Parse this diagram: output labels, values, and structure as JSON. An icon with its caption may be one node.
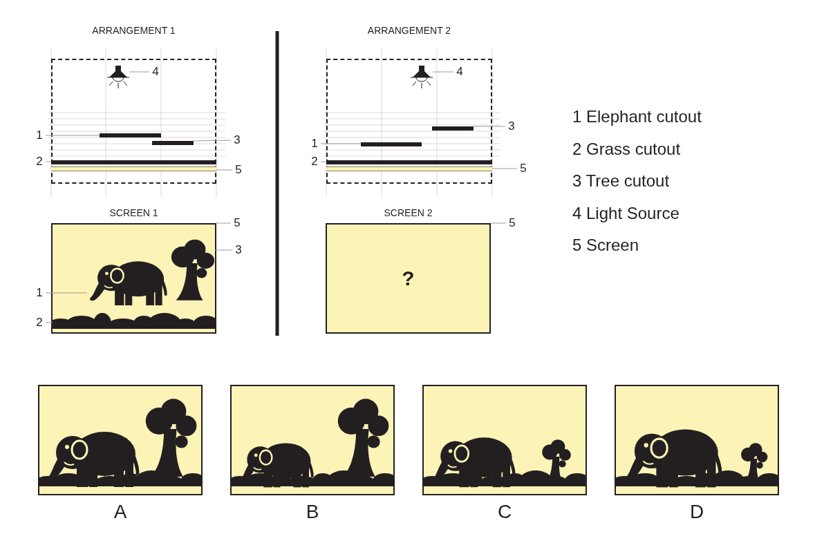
{
  "diagram": {
    "nodes": [
      {
        "text": [
          "ARRANGEMENT 1"
        ]
      },
      {
        "text": [],
        "shape": "picture",
        "in": 0
      },
      {
        "text": [
          "4"
        ],
        "in": 0
      },
      {
        "text": [],
        "shape": "bar",
        "in": 0
      },
      {
        "text": [
          "1"
        ]
      },
      {
        "text": [],
        "shape": "bar",
        "in": 0
      },
      {
        "text": [
          "3"
        ]
      },
      {
        "text": [],
        "shape": "bar",
        "in": 0
      },
      {
        "text": [
          "2"
        ]
      },
      {
        "text": [],
        "shape": "bar",
        "in": 0
      },
      {
        "text": [
          "5"
        ]
      },
      {
        "text": [
          "SCREEN 1"
        ]
      },
      {
        "text": [
          "5"
        ]
      },
      {
        "text": [],
        "shape": "picture",
        "in": 11
      },
      {
        "text": [
          "1"
        ]
      },
      {
        "text": [],
        "shape": "picture",
        "in": 11
      },
      {
        "text": [
          "3"
        ]
      },
      {
        "text": [],
        "shape": "picture",
        "in": 11
      },
      {
        "text": [
          "2"
        ]
      },
      {
        "text": [
          "ARRANGEMENT 2"
        ]
      },
      {
        "text": [],
        "shape": "picture",
        "in": 19
      },
      {
        "text": [
          "4"
        ],
        "in": 19
      },
      {
        "text": [],
        "shape": "bar",
        "in": 19
      },
      {
        "text": [
          "1"
        ]
      },
      {
        "text": [],
        "shape": "bar",
        "in": 19
      },
      {
        "text": [
          "3"
        ]
      },
      {
        "text": [],
        "shape": "bar",
        "in": 19
      },
      {
        "text": [
          "2"
        ]
      },
      {
        "text": [],
        "shape": "bar",
        "in": 19
      },
      {
        "text": [
          "5"
        ]
      },
      {
        "text": [
          "SCREEN 2",
          "?"
        ]
      },
      {
        "text": [
          "5"
        ]
      },
      {
        "text": [],
        "shape": "picture",
        "beside": [
          "A"
        ]
      },
      {
        "text": [],
        "shape": "picture",
        "beside": [
          "B"
        ]
      },
      {
        "text": [],
        "shape": "picture",
        "beside": [
          "C"
        ]
      },
      {
        "text": [],
        "shape": "picture",
        "beside": [
          "D"
        ]
      }
    ],
    "edges": [
      {
        "from": 2,
        "to": 1,
        "arrow": "none"
      },
      {
        "from": 4,
        "to": 3,
        "arrow": "none"
      },
      {
        "from": 6,
        "to": 5,
        "arrow": "none"
      },
      {
        "from": 8,
        "to": 7,
        "arrow": "none"
      },
      {
        "from": 10,
        "to": 9,
        "arrow": "none"
      },
      {
        "from": 12,
        "to": 11,
        "arrow": "none"
      },
      {
        "from": 14,
        "to": 13,
        "arrow": "none"
      },
      {
        "from": 16,
        "to": 15,
        "arrow": "none"
      },
      {
        "from": 18,
        "to": 17,
        "arrow": "none"
      },
      {
        "from": 21,
        "to": 20,
        "arrow": "none"
      },
      {
        "from": 23,
        "to": 22,
        "arrow": "none"
      },
      {
        "from": 25,
        "to": 24,
        "arrow": "none"
      },
      {
        "from": 27,
        "to": 26,
        "arrow": "none"
      },
      {
        "from": 29,
        "to": 28,
        "arrow": "none"
      },
      {
        "from": 31,
        "to": 30,
        "arrow": "none"
      }
    ],
    "labels": [
      "1 Elephant cutout",
      "2 Grass cutout",
      "3 Tree cutout",
      "4 Light Source",
      "5 Screen"
    ]
  }
}
